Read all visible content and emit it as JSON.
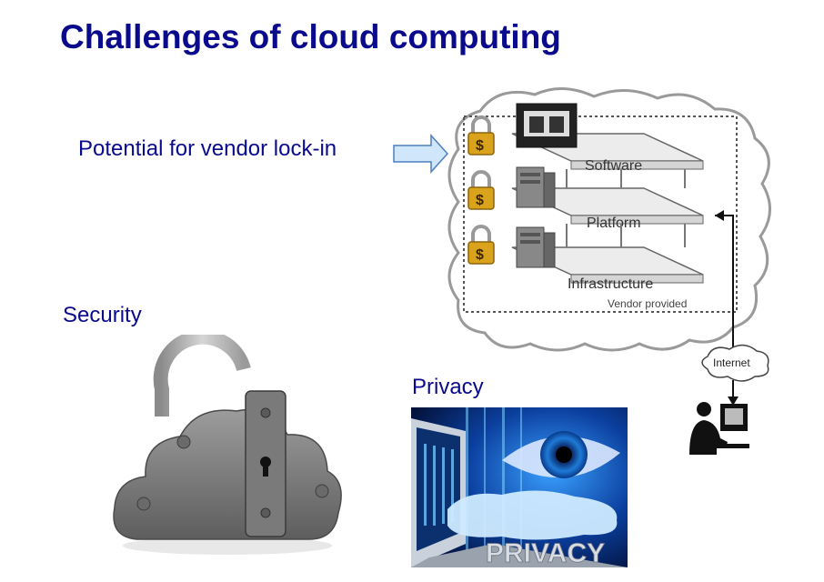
{
  "slide": {
    "title": "Challenges of cloud computing",
    "labels": {
      "vendor_lockin": "Potential for vendor lock-in",
      "security": "Security",
      "privacy": "Privacy"
    }
  },
  "diagram": {
    "layers": [
      "Software",
      "Platform",
      "Infrastructure"
    ],
    "footer": "Vendor provided",
    "network_label": "Internet",
    "lock_symbol": "$"
  },
  "privacy_image": {
    "word": "PRIVACY"
  },
  "colors": {
    "title": "#0a0a8c",
    "arrow_fill": "#cfe6fb",
    "arrow_stroke": "#4f7fbf",
    "lock_gold": "#d9a31c"
  },
  "icons": [
    "arrow-right-icon",
    "padlock-icon",
    "server-icon",
    "monitor-icon",
    "user-at-computer-icon",
    "cloud-padlock-icon"
  ]
}
